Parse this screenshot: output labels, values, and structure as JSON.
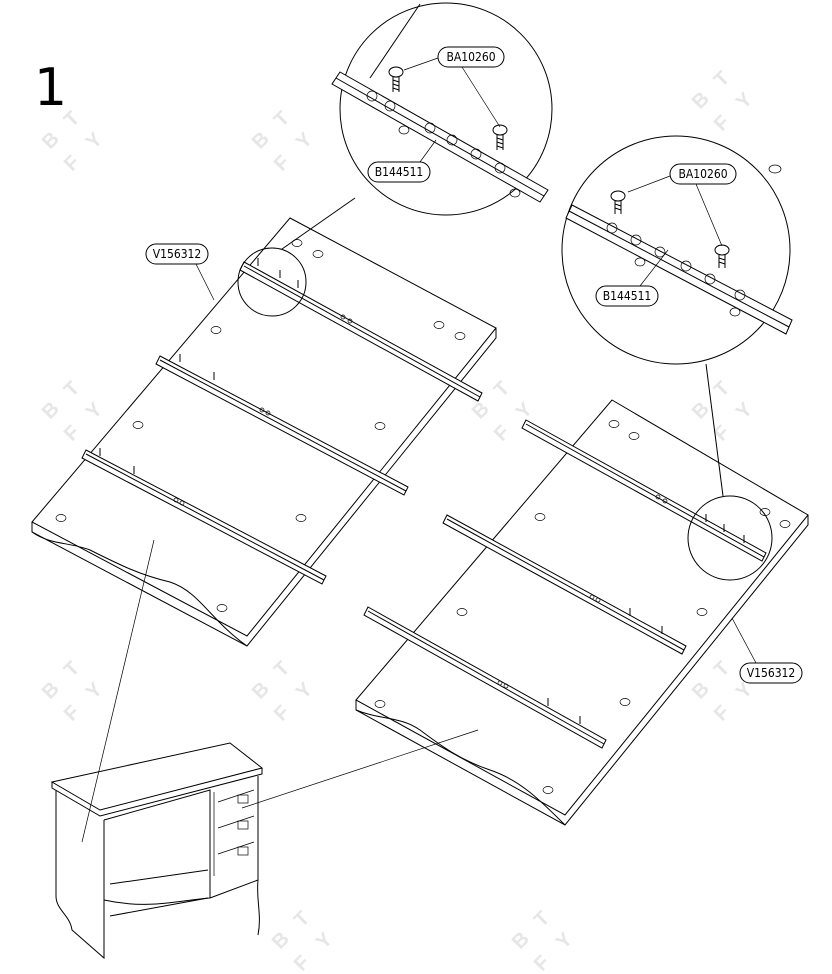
{
  "step": "1",
  "parts": {
    "panel_label": "V156312",
    "rail_label": "B144511",
    "screw_label": "BA10260"
  },
  "watermark": {
    "letters": [
      "B",
      "T",
      "F",
      "Y"
    ]
  },
  "colors": {
    "line": "#000000",
    "watermark": "#e6e6e6",
    "background": "#ffffff"
  }
}
